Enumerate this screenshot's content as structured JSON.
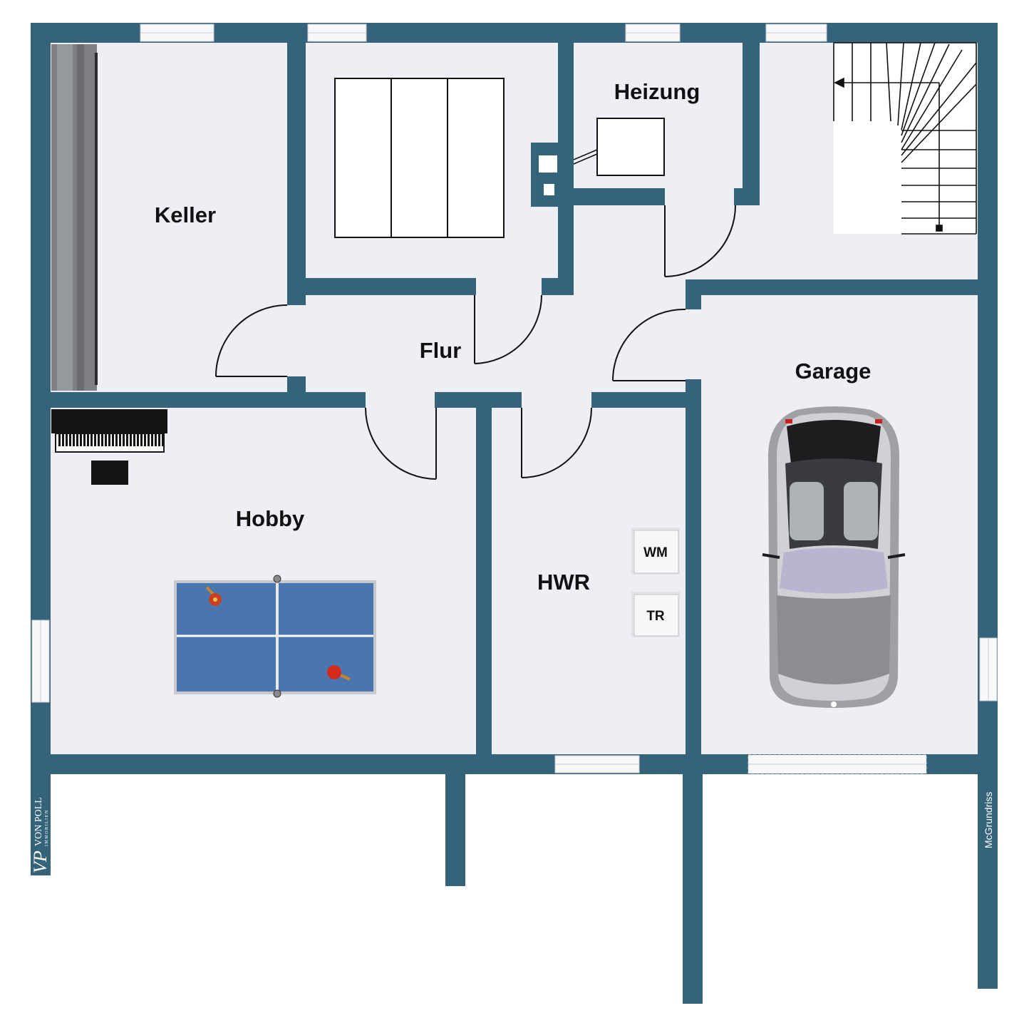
{
  "rooms": {
    "keller": "Keller",
    "heizung": "Heizung",
    "flur": "Flur",
    "garage": "Garage",
    "hobby": "Hobby",
    "hwr": "HWR"
  },
  "appliances": {
    "washing_machine": "WM",
    "dryer": "TR"
  },
  "branding": {
    "logo_mark": "VP",
    "logo_name": "VON POLL",
    "logo_sub": "IMMOBILIEN",
    "credit": "McGrundriss"
  },
  "colors": {
    "wall": "#34637a",
    "floor": "#eeeff4",
    "table": "#4a76b0"
  }
}
